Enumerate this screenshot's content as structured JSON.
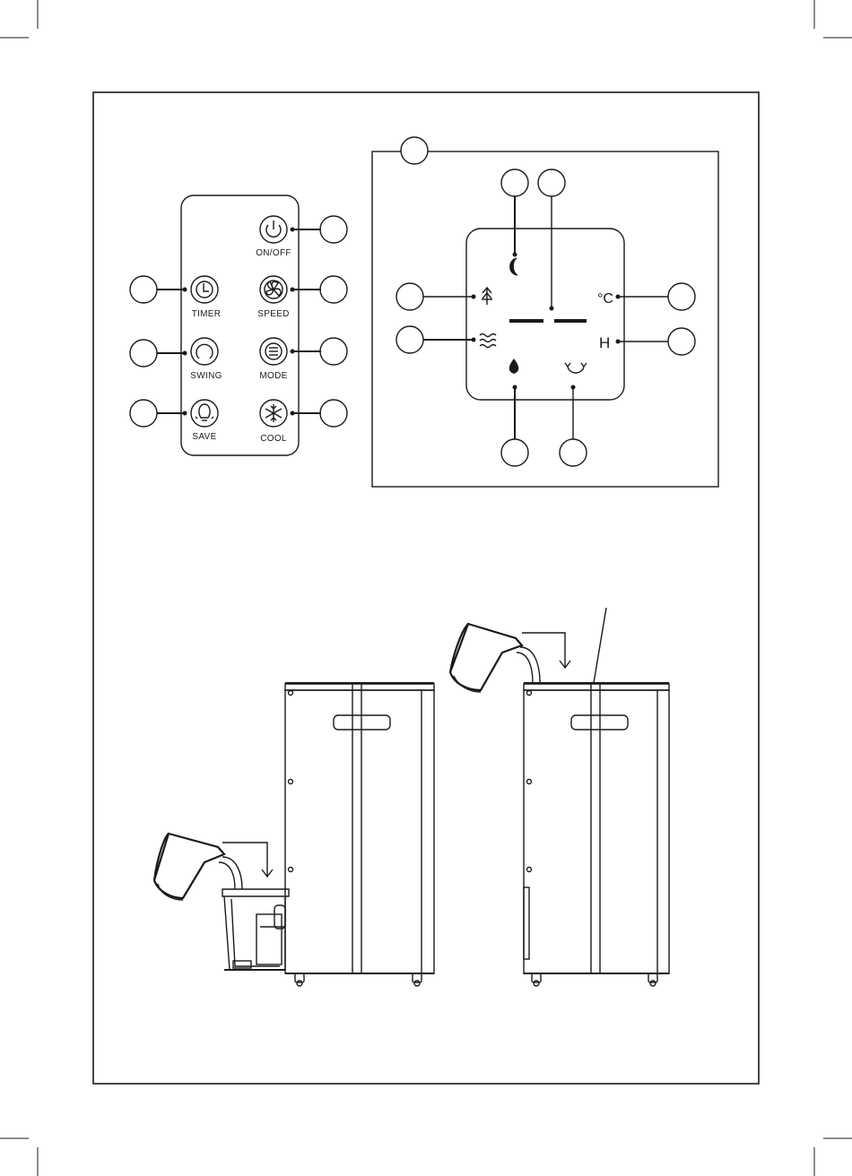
{
  "remote": {
    "buttons": [
      {
        "key": "on_off",
        "label": "ON/OFF",
        "icon": "power-icon"
      },
      {
        "key": "timer",
        "label": "TIMER",
        "icon": "clock-icon"
      },
      {
        "key": "speed",
        "label": "SPEED",
        "icon": "fan-icon"
      },
      {
        "key": "swing",
        "label": "SWING",
        "icon": "swing-icon"
      },
      {
        "key": "mode",
        "label": "MODE",
        "icon": "mode-lines-icon"
      },
      {
        "key": "save",
        "label": "SAVE",
        "icon": "bulb-icon"
      },
      {
        "key": "cool",
        "label": "COOL",
        "icon": "snowflake-icon"
      }
    ]
  },
  "display": {
    "indicators": {
      "celsius": "°C",
      "hours": "H"
    },
    "icons": [
      "moon-icon",
      "tree-icon",
      "wind-waves-icon",
      "water-drop-icon",
      "rotate-arrows-icon"
    ]
  },
  "colors": {
    "ink": "#1a1a1a",
    "background": "#ffffff"
  }
}
